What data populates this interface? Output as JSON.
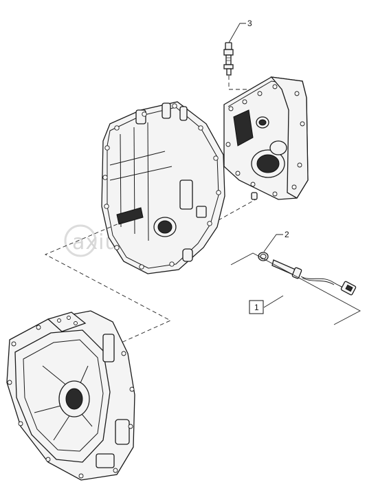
{
  "diagram": {
    "callouts": [
      {
        "id": "callout-1",
        "label": "1"
      },
      {
        "id": "callout-2",
        "label": "2"
      },
      {
        "id": "callout-3",
        "label": "3"
      }
    ],
    "watermark": "axiupiter.ru"
  }
}
